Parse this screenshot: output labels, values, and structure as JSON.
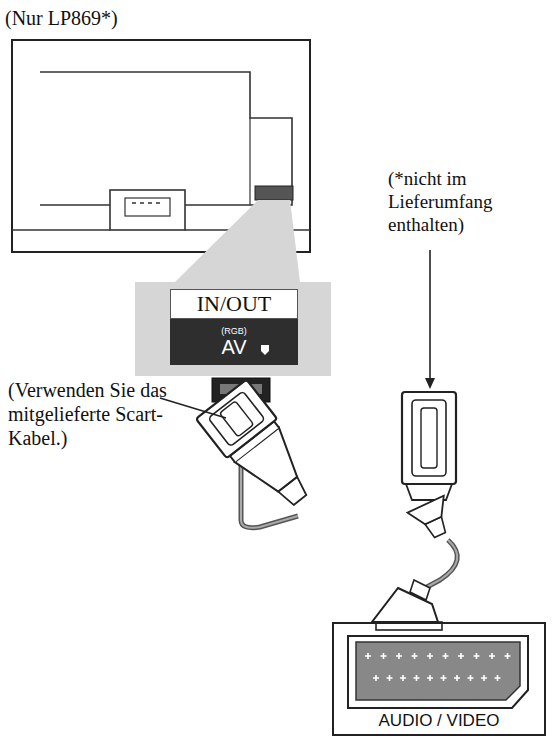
{
  "diagram": {
    "nodes": [
      {
        "text": [
          "IN/OUT",
          "(RGB)",
          "AV"
        ]
      },
      {
        "text": [
          "AUDIO / VIDEO"
        ]
      }
    ],
    "labels": [
      "(Nur LP869*)",
      "(*nicht im Lieferumfang enthalten)",
      "(Verwenden Sie das mitgelieferte Scart-Kabel.)"
    ]
  }
}
